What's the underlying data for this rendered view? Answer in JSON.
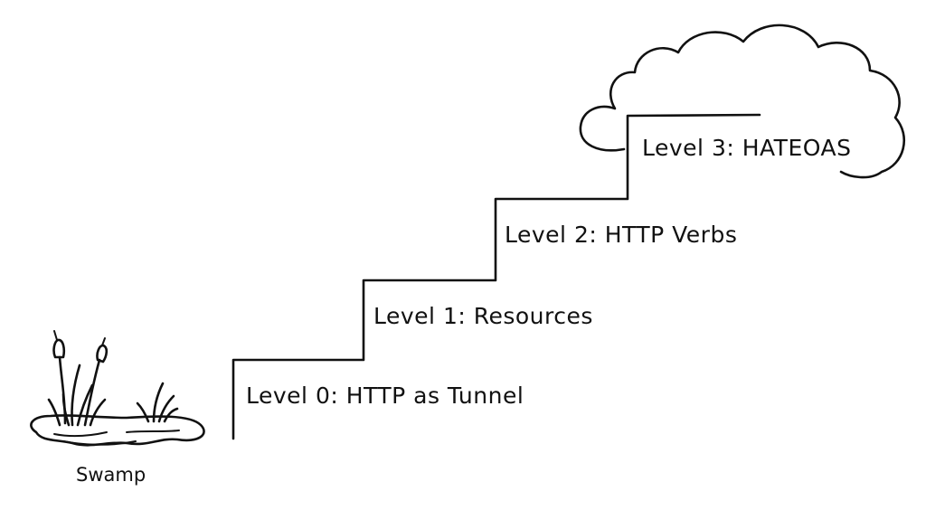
{
  "diagram": {
    "levels": [
      {
        "label": "Level 0: HTTP as Tunnel"
      },
      {
        "label": "Level 1: Resources"
      },
      {
        "label": "Level 2: HTTP Verbs"
      },
      {
        "label": "Level 3: HATEOAS"
      }
    ],
    "swamp": {
      "label": "Swamp"
    }
  }
}
